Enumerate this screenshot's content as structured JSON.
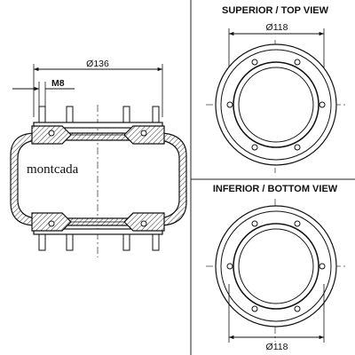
{
  "views": {
    "top_title": "SUPERIOR / TOP VIEW",
    "bottom_title": "INFERIOR / BOTTOM VIEW"
  },
  "side_view": {
    "brand": "montcada",
    "overall_dimension": "Ø136",
    "bolt_thread": "M8"
  },
  "top_view": {
    "plate_dimension": "Ø118"
  },
  "bottom_view": {
    "plate_dimension": "Ø118"
  }
}
